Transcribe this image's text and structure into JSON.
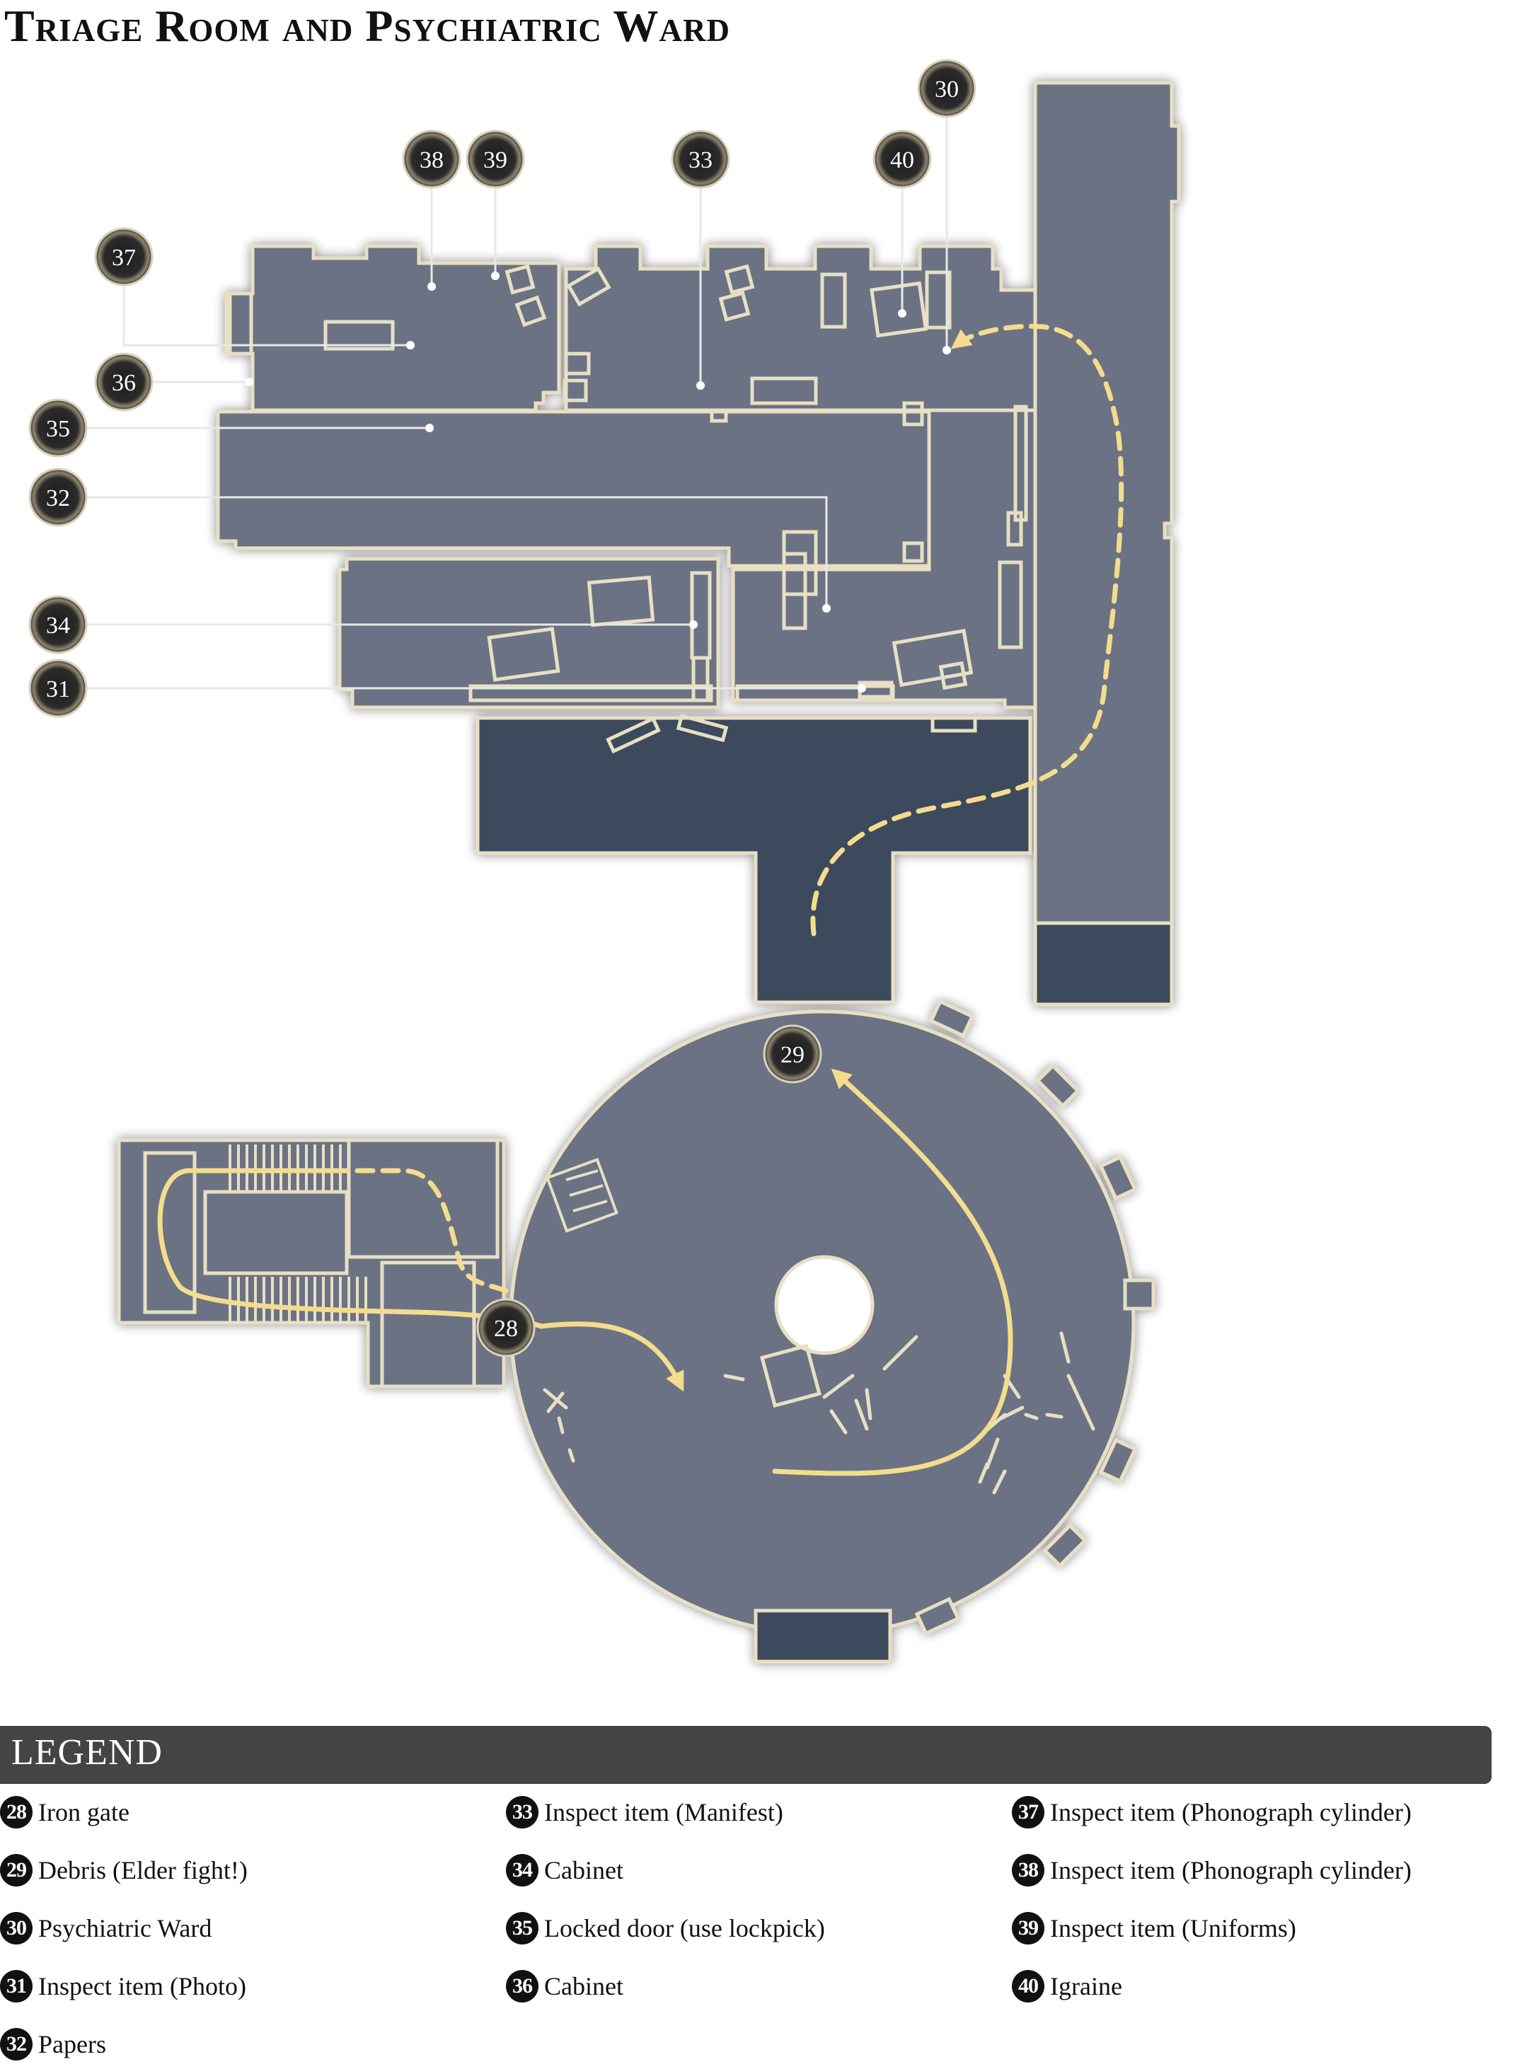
{
  "title": "Triage Room and Psychiatric Ward",
  "legend_title": "LEGEND",
  "colors": {
    "room_fill": "#6a7283",
    "corridor_fill": "#3c4a5c",
    "wall": "#e8dfc4",
    "path": "#f3dc8e",
    "leader": "#e8e8e8",
    "legend_bar": "#444444"
  },
  "markers": [
    {
      "label": "28"
    },
    {
      "label": "29"
    },
    {
      "label": "30"
    },
    {
      "label": "31"
    },
    {
      "label": "32"
    },
    {
      "label": "33"
    },
    {
      "label": "34"
    },
    {
      "label": "35"
    },
    {
      "label": "36"
    },
    {
      "label": "37"
    },
    {
      "label": "38"
    },
    {
      "label": "39"
    },
    {
      "label": "40"
    }
  ],
  "legend": [
    {
      "num": "28",
      "text": "Iron gate"
    },
    {
      "num": "29",
      "text": "Debris (Elder fight!)"
    },
    {
      "num": "30",
      "text": "Psychiatric Ward"
    },
    {
      "num": "31",
      "text": "Inspect item (Photo)"
    },
    {
      "num": "32",
      "text": "Papers"
    },
    {
      "num": "33",
      "text": "Inspect item (Manifest)"
    },
    {
      "num": "34",
      "text": "Cabinet"
    },
    {
      "num": "35",
      "text": "Locked door (use lockpick)"
    },
    {
      "num": "36",
      "text": "Cabinet"
    },
    {
      "num": "37",
      "text": "Inspect item (Phonograph cylinder)"
    },
    {
      "num": "38",
      "text": "Inspect item (Phonograph cylinder)"
    },
    {
      "num": "39",
      "text": "Inspect item (Uniforms)"
    },
    {
      "num": "40",
      "text": "Igraine"
    }
  ]
}
